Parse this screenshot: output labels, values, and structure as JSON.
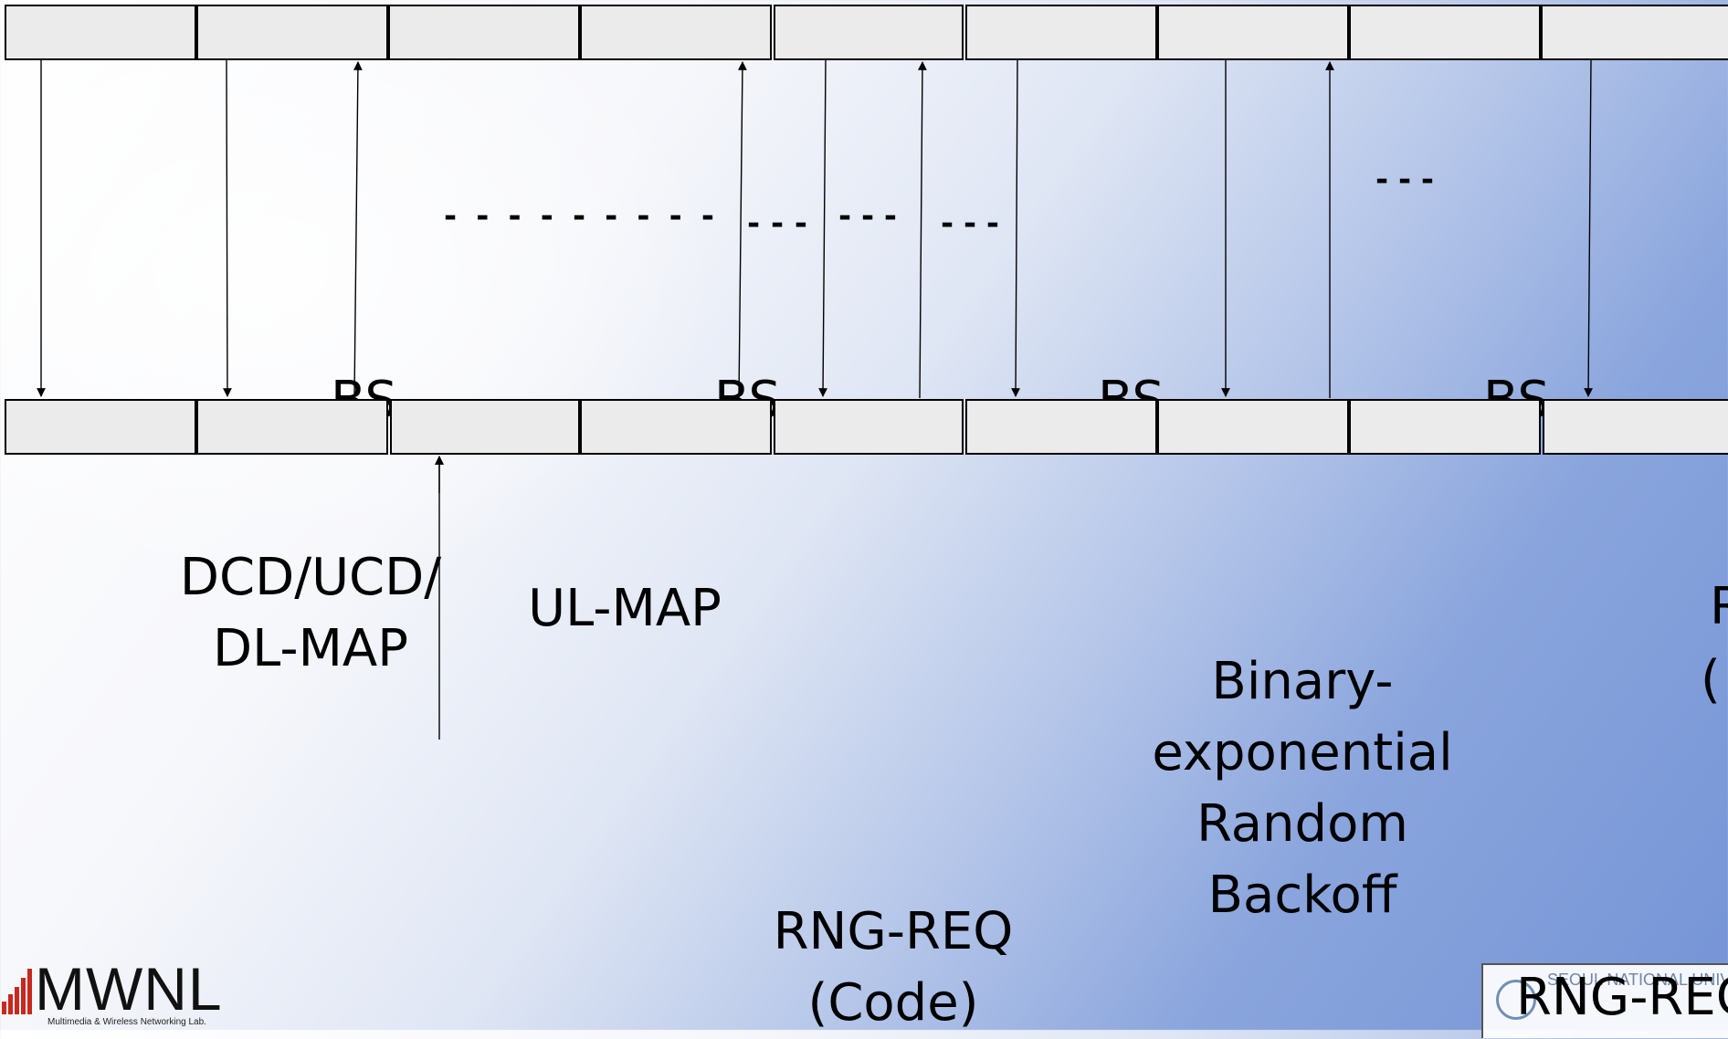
{
  "frames": {
    "top_count": 9,
    "bottom_count": 9
  },
  "dots": {
    "long": "---------",
    "short1": "---",
    "short2": "---",
    "short3": "---",
    "short4": "---"
  },
  "labels": {
    "dcd_ucd_dl_map_line1": "DCD/UCD/",
    "dcd_ucd_dl_map_line2": "DL-MAP",
    "ul_map": "UL-MAP",
    "binary_line1": "Binary-",
    "binary_line2": "exponential",
    "binary_line3": "Random",
    "binary_line4": "Backoff",
    "rng_req_line1": "RNG-REQ",
    "rng_req_line2": "(Code)",
    "rng_req_right": "RNG-REQ",
    "right_edge_1": "R",
    "right_edge_2": "("
  },
  "bs_marker": "BS",
  "logo": {
    "name": "MWNL",
    "subtitle": "Multimedia & Wireless Networking Lab."
  },
  "university": {
    "name": "SEOUL NATIONAL UNIVERSITY"
  },
  "colors": {
    "frame_fill": "#ebebeb",
    "logo_bars": "#c8281e",
    "background_blue": "#7594d6"
  }
}
